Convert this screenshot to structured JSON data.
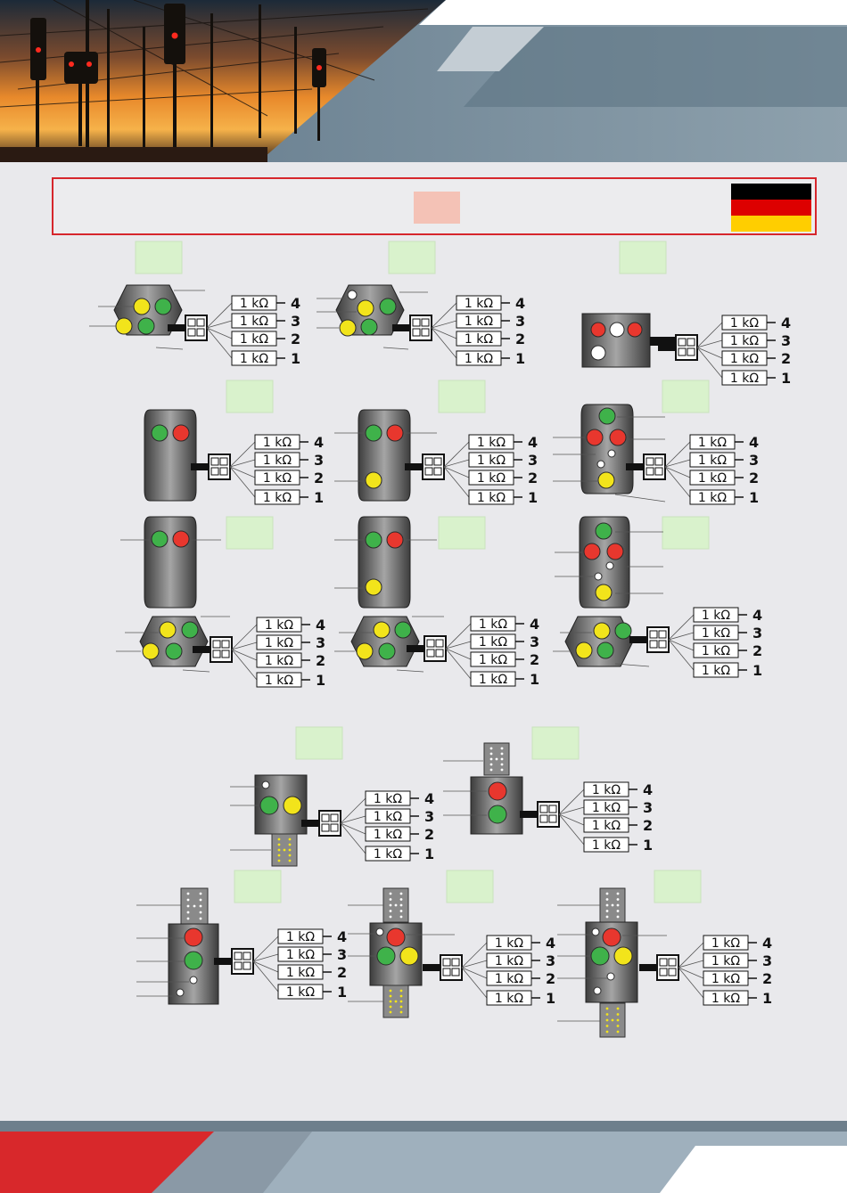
{
  "resistor_label": "1 kΩ",
  "pin_labels": [
    "4",
    "3",
    "2",
    "1"
  ],
  "flag": {
    "name": "germany-flag",
    "colors": [
      "#000000",
      "#dd0000",
      "#ffce00"
    ]
  },
  "colors": {
    "accent_red": "#d6262c",
    "lamp_red": "#e8372e",
    "lamp_green": "#3fb24a",
    "lamp_yellow": "#f2e41b",
    "lamp_white": "#ffffff",
    "signal_body": "#6f6f6f",
    "label_box": "#d9f2cc",
    "title_chip": "#f4c2b6"
  }
}
